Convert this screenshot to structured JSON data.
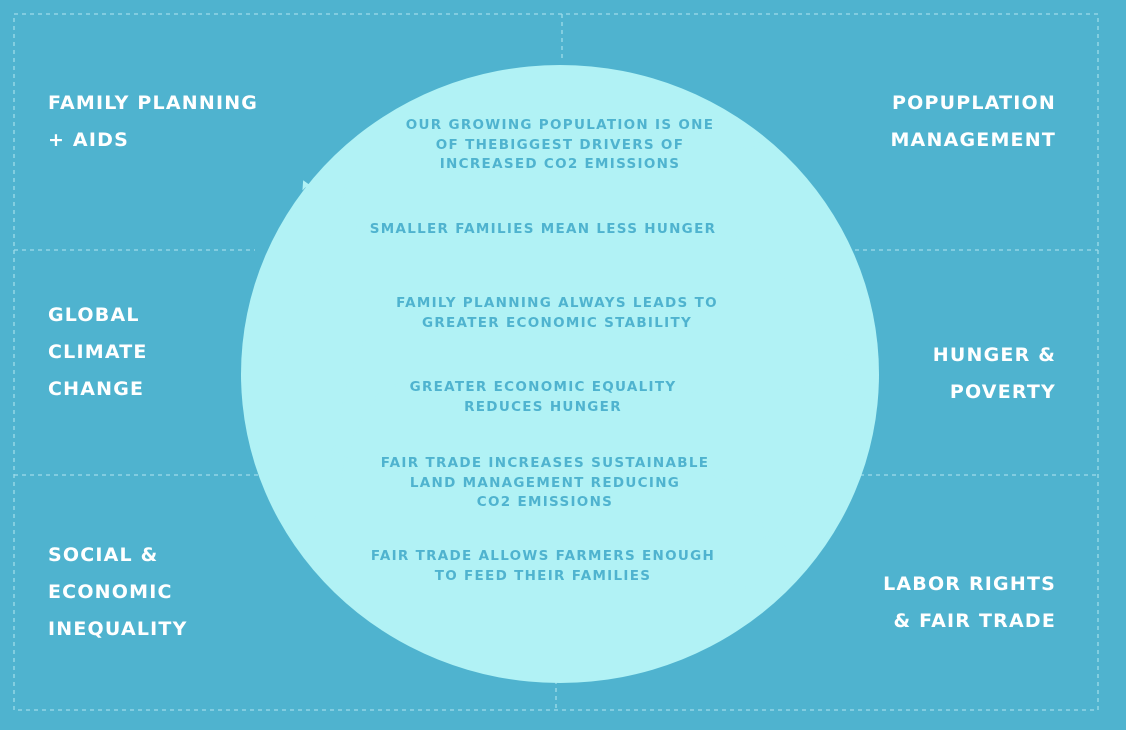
{
  "colors": {
    "background": "#4fb3cf",
    "circle": "#b1f2f5",
    "statement_text": "#4fb3cf",
    "category_text": "#ffffff",
    "arrow": "#b1f2f5",
    "divider": "#9fdcea"
  },
  "categories": {
    "family_planning": [
      "FAMILY PLANNING",
      "+ AIDS"
    ],
    "climate": [
      "GLOBAL",
      "CLIMATE",
      "CHANGE"
    ],
    "inequality": [
      "SOCIAL &",
      "ECONOMIC",
      "INEQUALITY"
    ],
    "population": [
      "POPUPLATION",
      "MANAGEMENT"
    ],
    "hunger": [
      "HUNGER &",
      "POVERTY"
    ],
    "labor": [
      "LABOR RIGHTS",
      "& FAIR TRADE"
    ]
  },
  "statements": [
    [
      "OUR GROWING POPULATION IS ONE",
      "OF THEBIGGEST DRIVERS OF",
      "INCREASED CO2 EMISSIONS"
    ],
    [
      "SMALLER FAMILIES MEAN LESS HUNGER"
    ],
    [
      "FAMILY PLANNING ALWAYS LEADS TO",
      "GREATER ECONOMIC STABILITY"
    ],
    [
      "GREATER ECONOMIC EQUALITY",
      "REDUCES HUNGER"
    ],
    [
      "FAIR TRADE INCREASES SUSTAINABLE",
      "LAND MANAGEMENT REDUCING",
      "CO2 EMISSIONS"
    ],
    [
      "FAIR TRADE ALLOWS FARMERS ENOUGH",
      "TO FEED THEIR FAMILIES"
    ]
  ]
}
